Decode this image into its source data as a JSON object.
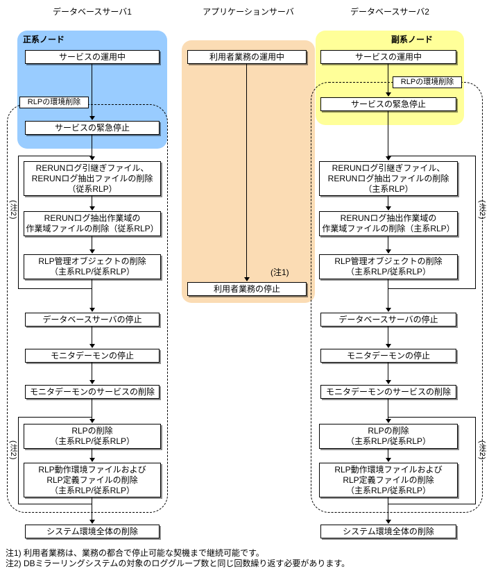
{
  "colors": {
    "primary_region": "#99ccff",
    "app_region": "#fbdcb4",
    "secondary_region": "#ffff99",
    "box_border": "#000000"
  },
  "headers": {
    "db1": "データベースサーバ1",
    "app": "アプリケーションサーバ",
    "db2": "データベースサーバ2"
  },
  "db1": {
    "node_label": "正系ノード",
    "service_running": "サービスの運用中",
    "rlp_env_delete_tag": "RLPの環境削除",
    "emergency_stop": "サービスの緊急停止",
    "rerun_delete": [
      "RERUNログ引継ぎファイル、",
      "RERUNログ抽出ファイルの削除",
      "（従系RLP）"
    ],
    "rerun_work_delete": [
      "RERUNログ抽出作業域の",
      "作業域ファイルの削除（従系RLP）"
    ],
    "rlp_mgmt_delete": [
      "RLP管理オブジェクトの削除",
      "（主系RLP/従系RLP）"
    ],
    "db_stop": "データベースサーバの停止",
    "monitor_stop": "モニタデーモンの停止",
    "monitor_service_delete": "モニタデーモンのサービスの削除",
    "rlp_delete": [
      "RLPの削除",
      "（主系RLP/従系RLP）"
    ],
    "rlp_env_file_delete": [
      "RLP動作環境ファイルおよび",
      "RLP定義ファイルの削除",
      "（主系RLP/従系RLP）"
    ],
    "system_env_delete": "システム環境全体の削除",
    "note2_tag": "(注2)"
  },
  "app": {
    "user_running": "利用者業務の運用中",
    "note1_tag": "(注1)",
    "user_stop": "利用者業務の停止"
  },
  "db2": {
    "node_label": "副系ノード",
    "service_running": "サービスの運用中",
    "rlp_env_delete_tag": "RLPの環境削除",
    "emergency_stop": "サービスの緊急停止",
    "rerun_delete": [
      "RERUNログ引継ぎファイル、",
      "RERUNログ抽出ファイルの削除",
      "（主系RLP）"
    ],
    "rerun_work_delete": [
      "RERUNログ抽出作業域の",
      "作業域ファイルの削除（主系RLP）"
    ],
    "rlp_mgmt_delete": [
      "RLP管理オブジェクトの削除",
      "（主系RLP/従系RLP）"
    ],
    "db_stop": "データベースサーバの停止",
    "monitor_stop": "モニタデーモンの停止",
    "monitor_service_delete": "モニタデーモンのサービスの削除",
    "rlp_delete": [
      "RLPの削除",
      "（主系RLP/従系RLP）"
    ],
    "rlp_env_file_delete": [
      "RLP動作環境ファイルおよび",
      "RLP定義ファイルの削除",
      "（主系RLP/従系RLP）"
    ],
    "system_env_delete": "システム環境全体の削除",
    "note2_tag": "(注2)"
  },
  "footnotes": {
    "note1": "注1) 利用者業務は、業務の都合で停止可能な契機まで継続可能です。",
    "note2": "注2) DBミラーリングシステムの対象のロググループ数と同じ回数繰り返す必要があります。"
  }
}
